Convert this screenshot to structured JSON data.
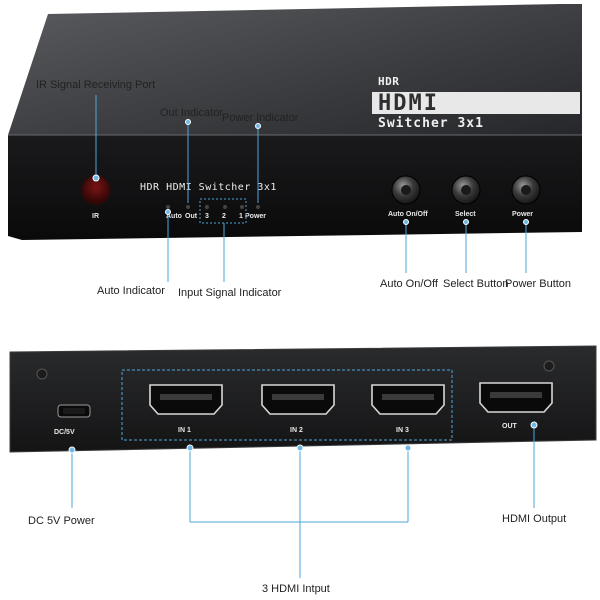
{
  "colors": {
    "leader": "#4da6d9",
    "chassis": "#2e2f31",
    "panel": "#0d0d0e",
    "callout_text": "#222222"
  },
  "front": {
    "box_branding": {
      "hdr": "HDR",
      "hdmi": "HDMI",
      "model": "Switcher 3x1"
    },
    "panel_title": "HDR HDMI Switcher 3x1",
    "panel_labels": {
      "ir": "IR",
      "auto": "Auto",
      "out": "Out",
      "in3": "3",
      "in2": "2",
      "in1": "1",
      "power": "Power",
      "btn_auto": "Auto On/Off",
      "btn_select": "Select",
      "btn_power": "Power"
    },
    "callouts": {
      "ir_port": "IR Signal Receiving Port",
      "out_indicator": "Out Indicator",
      "power_indicator": "Power Indicator",
      "auto_indicator": "Auto Indicator",
      "input_signal_indicator": "Input Signal Indicator",
      "auto_onoff": "Auto On/Off",
      "select_button": "Select Button",
      "power_button": "Power Button"
    }
  },
  "rear": {
    "panel_labels": {
      "dc": "DC/5V",
      "in1": "IN 1",
      "in2": "IN 2",
      "in3": "IN 3",
      "out": "OUT"
    },
    "callouts": {
      "dc_power": "DC 5V Power",
      "hdmi_output": "HDMI Output",
      "hdmi_input": "3 HDMI Intput"
    }
  }
}
